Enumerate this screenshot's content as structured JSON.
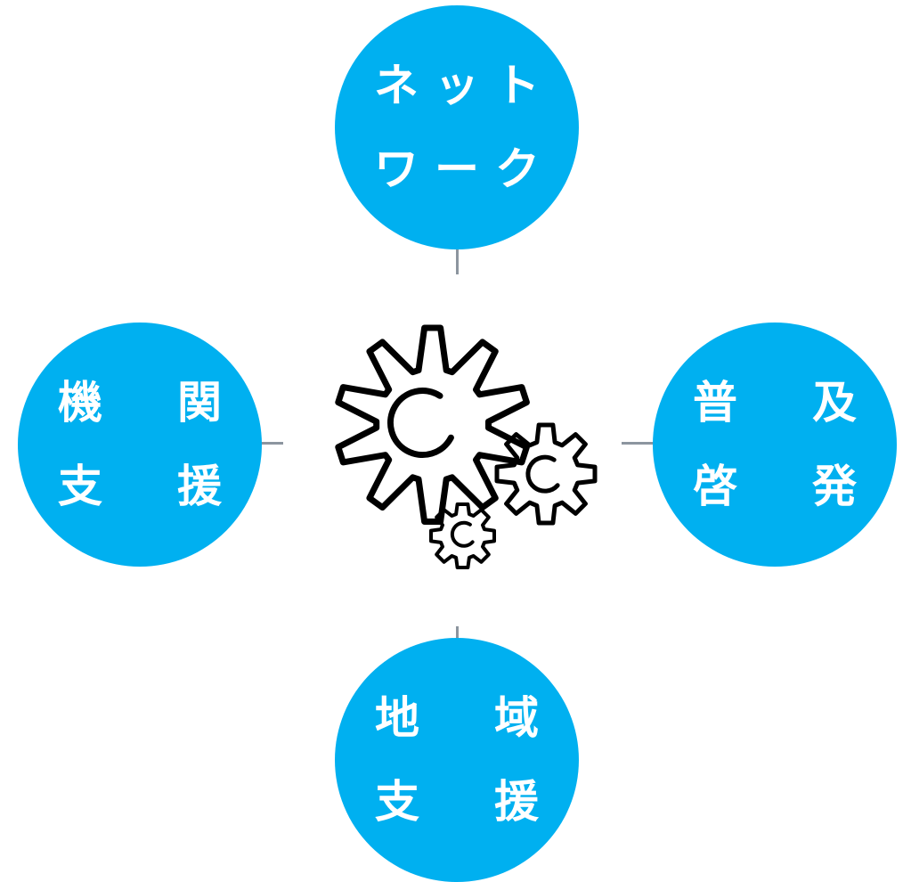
{
  "diagram": {
    "nodes": {
      "top": {
        "lines": [
          [
            "ネット"
          ],
          [
            "ワーク"
          ]
        ]
      },
      "left": {
        "lines": [
          [
            "機",
            "関"
          ],
          [
            "支",
            "援"
          ]
        ]
      },
      "right": {
        "lines": [
          [
            "普",
            "及"
          ],
          [
            "啓",
            "発"
          ]
        ]
      },
      "bottom": {
        "lines": [
          [
            "地",
            "域"
          ],
          [
            "支",
            "援"
          ]
        ]
      }
    },
    "center": {
      "icon": "gears-icon"
    },
    "colors": {
      "node_fill": "#00b0f0",
      "node_text": "#ffffff",
      "connector": "#8c959f",
      "gear_stroke": "#000000"
    }
  }
}
